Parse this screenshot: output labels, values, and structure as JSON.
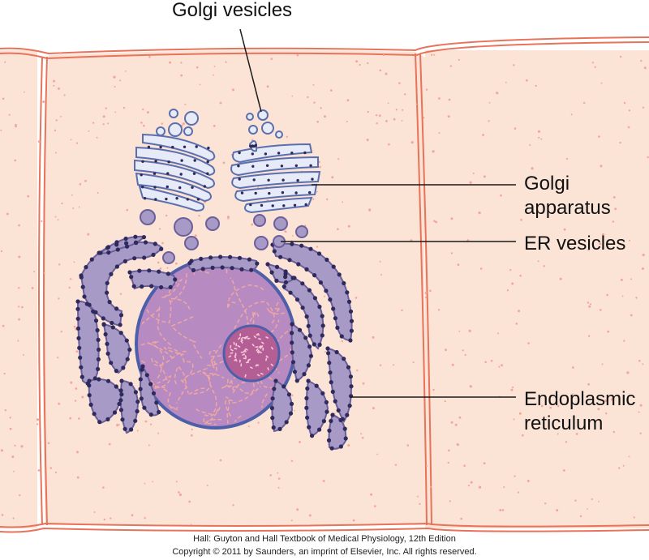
{
  "labels": {
    "golgi_vesicles": "Golgi vesicles",
    "golgi_apparatus_line1": "Golgi",
    "golgi_apparatus_line2": "apparatus",
    "er_vesicles": "ER vesicles",
    "endoplasmic_reticulum_line1": "Endoplasmic",
    "endoplasmic_reticulum_line2": "reticulum"
  },
  "credit": {
    "line1": "Hall: Guyton and Hall Textbook of Medical Physiology, 12th Edition",
    "line2": "Copyright © 2011 by Saunders, an imprint of Elsevier, Inc. All rights reserved."
  },
  "colors": {
    "cytoplasm": "#fbe3d6",
    "cell_membrane": "#e8735a",
    "cytoplasm_dots": "#f1a79a",
    "nucleus_fill": "#b78bc2",
    "nucleus_border": "#4c5fa8",
    "chromatin": "#f0a7a0",
    "nucleolus_fill": "#b45e96",
    "nucleolus_dots": "#f7c9d8",
    "er_fill": "#a79ac6",
    "er_stroke": "#6b5f9a",
    "ribosome": "#2e2a5c",
    "golgi_fill": "#e6ebf7",
    "golgi_stroke": "#5b6fae",
    "leader_line": "#1a1a1a"
  }
}
